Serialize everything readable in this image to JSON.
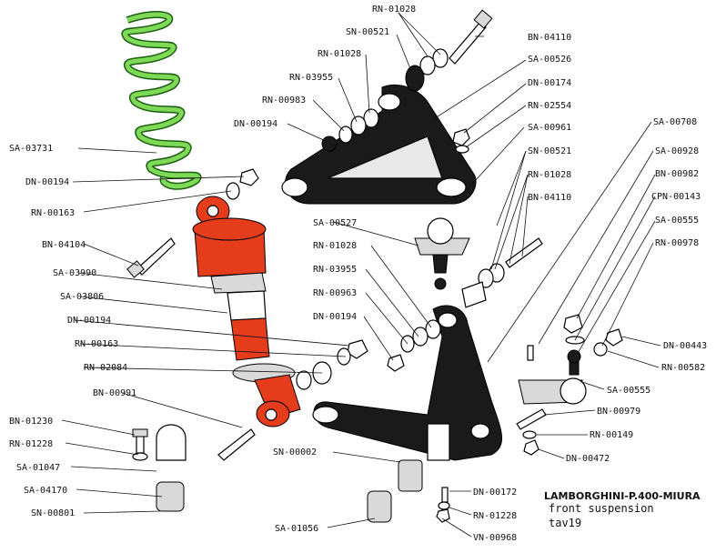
{
  "caption": {
    "title": "LAMBORGHINI-P.400-MIURA",
    "subtitle": "front suspension",
    "plate": "tav19"
  },
  "colors": {
    "spring": "#7ed957",
    "damper": "#e53c1b",
    "ink": "#111111"
  },
  "parts": {
    "rn_01028_a": "RN-01028",
    "sn_00521_a": "SN-00521",
    "bn_04110_a": "BN-04110",
    "rn_01028_b": "RN-01028",
    "sa_00526": "SA-00526",
    "rn_03955_a": "RN-03955",
    "dn_00174": "DN-00174",
    "rn_00983": "RN-00983",
    "rn_02554": "RN-02554",
    "dn_00194_a": "DN-00194",
    "sa_00961": "SA-00961",
    "sa_00708": "SA-00708",
    "sn_00521_b": "SN-00521",
    "sa_03731": "SA-03731",
    "sa_00928": "SA-00928",
    "rn_01028_c": "RN-01028",
    "bn_00982": "BN-00982",
    "dn_00194_b": "DN-00194",
    "bn_04110_b": "BN-04110",
    "cpn_00143": "CPN-00143",
    "rn_00163_a": "RN-00163",
    "sa_00527": "SA-00527",
    "sa_00555_a": "SA-00555",
    "bn_04104": "BN-04104",
    "rn_01028_d": "RN-01028",
    "rn_00978": "RN-00978",
    "sa_03990": "SA-03990",
    "rn_03955_b": "RN-03955",
    "sa_03806": "SA-03806",
    "rn_00963": "RN-00963",
    "dn_00194_c": "DN-00194",
    "dn_00194_d": "DN-00194",
    "dn_00443": "DN-00443",
    "rn_00163_b": "RN-00163",
    "rn_00582": "RN-00582",
    "rn_02084": "RN-02084",
    "sa_00555_b": "SA-00555",
    "bn_00991": "BN-00991",
    "bn_00979": "BN-00979",
    "bn_01230": "BN-01230",
    "rn_00149": "RN-00149",
    "rn_01228_a": "RN-01228",
    "sn_00002": "SN-00002",
    "dn_00472": "DN-00472",
    "sa_01047": "SA-01047",
    "sa_04170": "SA-04170",
    "dn_00172": "DN-00172",
    "sn_00801": "SN-00801",
    "rn_01228_b": "RN-01228",
    "sa_01056": "SA-01056",
    "vn_00968": "VN-00968"
  }
}
